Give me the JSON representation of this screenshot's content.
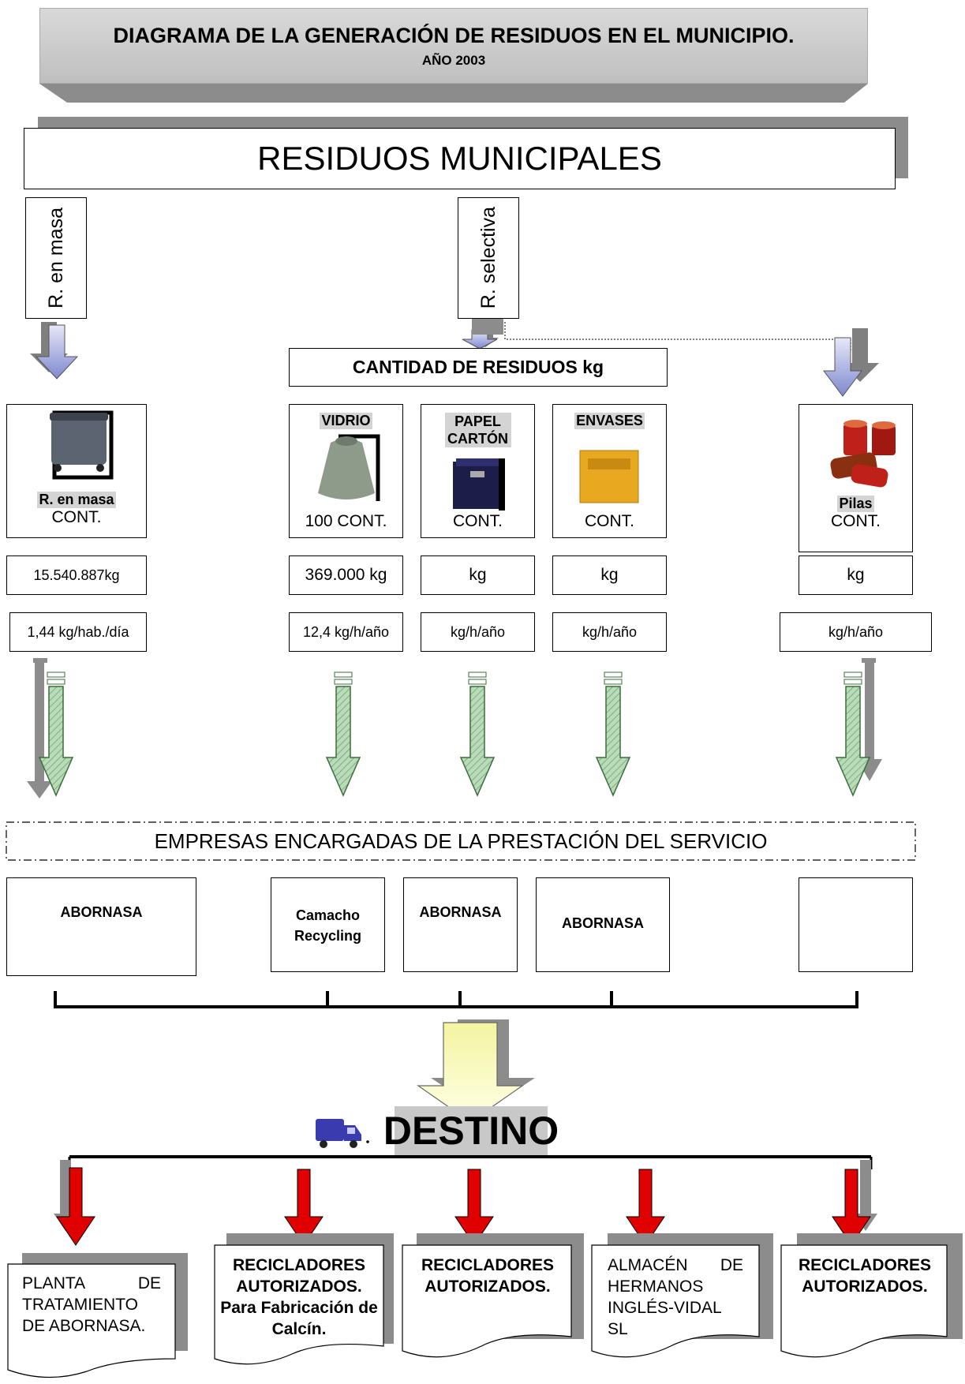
{
  "header": {
    "title": "DIAGRAMA DE LA GENERACIÓN DE RESIDUOS EN EL MUNICIPIO.",
    "subtitle": "AÑO 2003"
  },
  "main_box": "RESIDUOS MUNICIPALES",
  "branches": {
    "left": "R. en masa",
    "center": "R. selectiva"
  },
  "quantity_header": "CANTIDAD DE RESIDUOS kg",
  "containers": [
    {
      "label": "R. en masa",
      "count": "CONT.",
      "amount": "15.540.887kg",
      "rate": "1,44 kg/hab./día",
      "icon": "wheelie-bin-icon"
    },
    {
      "label": "VIDRIO",
      "count": "100 CONT.",
      "amount": "369.000 kg",
      "rate": "12,4 kg/h/año",
      "icon": "glass-igloo-icon"
    },
    {
      "label": "PAPEL CARTÓN",
      "count": "CONT.",
      "amount": "kg",
      "rate": "kg/h/año",
      "icon": "paper-container-icon"
    },
    {
      "label": "ENVASES",
      "count": "CONT.",
      "amount": "kg",
      "rate": "kg/h/año",
      "icon": "packaging-container-icon"
    },
    {
      "label": "Pilas",
      "count": "CONT.",
      "amount": "kg",
      "rate": "kg/h/año",
      "icon": "batteries-icon"
    }
  ],
  "companies_header": "EMPRESAS ENCARGADAS DE LA PRESTACIÓN DEL SERVICIO",
  "companies": [
    "ABORNASA",
    "Camacho Recycling",
    "ABORNASA",
    "ABORNASA",
    ""
  ],
  "destino_label": "DESTINO",
  "destinations": [
    "PLANTA DE TRATAMIENTO DE ABORNASA.",
    "RECICLADORES AUTORIZADOS. Para Fabricación de Calcín.",
    "RECICLADORES AUTORIZADOS.",
    "ALMACÉN DE HERMANOS INGLÉS-VIDAL SL",
    "RECICLADORES AUTORIZADOS."
  ],
  "colors": {
    "banner": "#c8c8c8",
    "shadow": "#8c8c8c",
    "blue_arrow": "#8f97d6",
    "green_arrow": "#9fc79f",
    "red_arrow": "#e00000",
    "yellow_arrow": "#f7f7b0"
  }
}
